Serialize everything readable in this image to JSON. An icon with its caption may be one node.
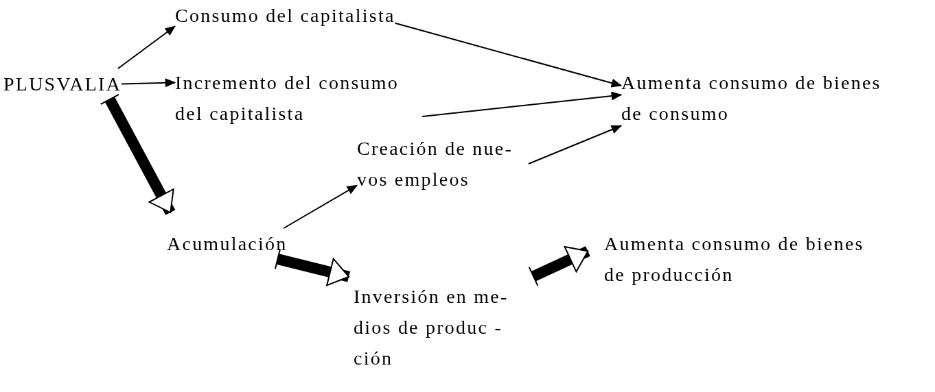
{
  "diagram": {
    "nodes": [
      {
        "text": [
          "PLUSVALIA"
        ]
      },
      {
        "text": [
          "Consumo del capitalista"
        ]
      },
      {
        "text": [
          "Incremento del consumo del capitalista"
        ]
      },
      {
        "text": [
          "Aumenta consumo de bienes de consumo"
        ]
      },
      {
        "text": [
          "Creación de nue- vos empleos"
        ]
      },
      {
        "text": [
          "Acumulación"
        ]
      },
      {
        "text": [
          "Aumenta consumo de bienes de producción"
        ]
      },
      {
        "text": [
          "Inversión en me- dios de produc - ción"
        ]
      }
    ],
    "edges": [
      {
        "from": 0,
        "to": 1,
        "arrow": "to"
      },
      {
        "from": 0,
        "to": 2,
        "arrow": "to"
      },
      {
        "from": 0,
        "to": 5,
        "arrow": "to",
        "style": "thick"
      },
      {
        "from": 1,
        "to": 3,
        "arrow": "to"
      },
      {
        "from": 2,
        "to": 3,
        "arrow": "to"
      },
      {
        "from": 4,
        "to": 3,
        "arrow": "to"
      },
      {
        "from": 5,
        "to": 4,
        "arrow": "to"
      },
      {
        "from": 5,
        "to": 7,
        "arrow": "to",
        "style": "thick"
      },
      {
        "from": 7,
        "to": 6,
        "arrow": "to",
        "style": "thick"
      }
    ]
  }
}
